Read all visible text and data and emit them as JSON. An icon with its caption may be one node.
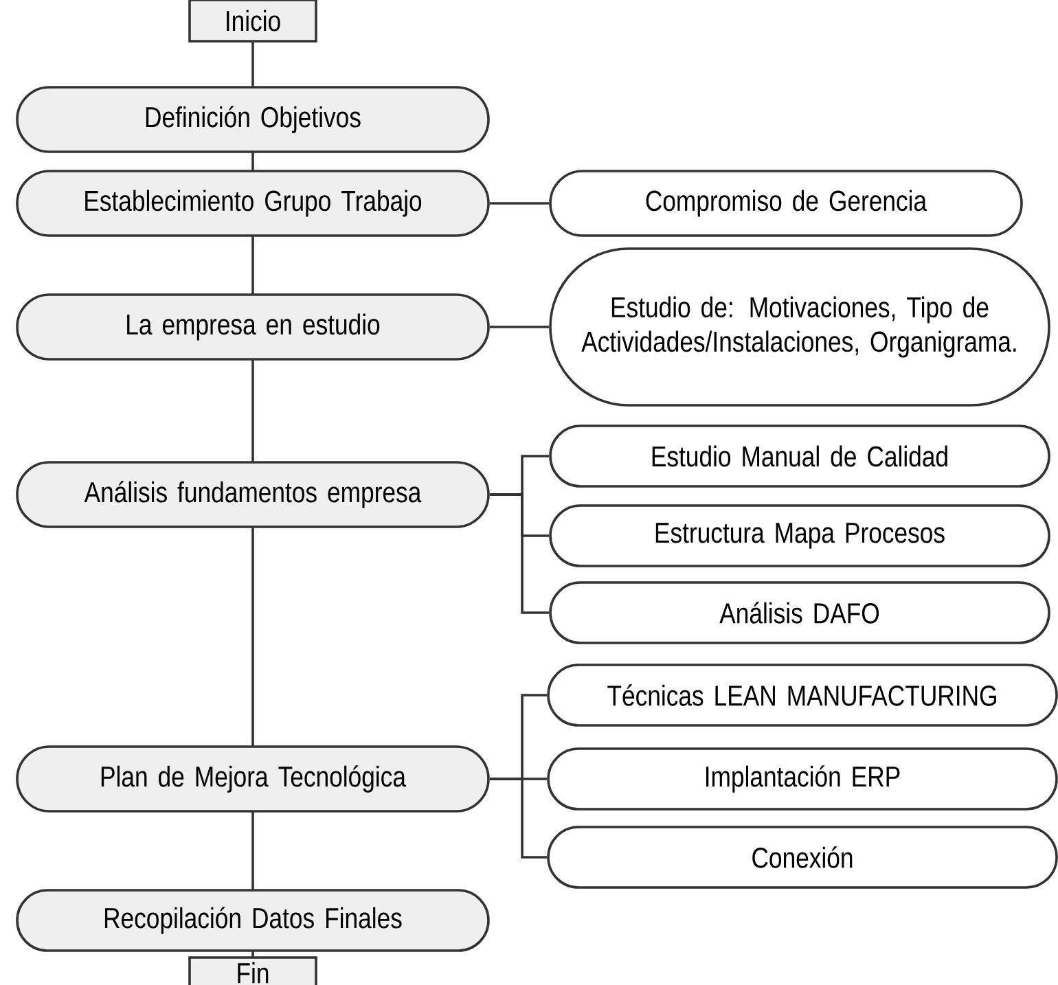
{
  "diagram": {
    "nodes": [
      {
        "text": [
          "Inicio"
        ]
      },
      {
        "text": [
          "Definición Objetivos"
        ]
      },
      {
        "text": [
          "Establecimiento Grupo Trabajo"
        ]
      },
      {
        "text": [
          "Compromiso de Gerencia"
        ]
      },
      {
        "text": [
          "La empresa en estudio"
        ]
      },
      {
        "text": [
          "Estudio de: Motivaciones, Tipo de Actividades/Instalaciones, Organigrama."
        ]
      },
      {
        "text": [
          "Análisis fundamentos empresa"
        ]
      },
      {
        "text": [
          "Estudio Manual de Calidad"
        ]
      },
      {
        "text": [
          "Estructura Mapa Procesos"
        ]
      },
      {
        "text": [
          "Análisis DAFO"
        ]
      },
      {
        "text": [
          "Técnicas LEAN MANUFACTURING"
        ]
      },
      {
        "text": [
          "Plan de Mejora Tecnológica"
        ]
      },
      {
        "text": [
          "Implantación ERP"
        ]
      },
      {
        "text": [
          "Conexión"
        ]
      },
      {
        "text": [
          "Recopilación Datos Finales"
        ]
      },
      {
        "text": [
          "Fin"
        ]
      }
    ],
    "edges": [
      {
        "from": 0,
        "to": 1,
        "arrow": "none"
      },
      {
        "from": 1,
        "to": 2,
        "arrow": "none"
      },
      {
        "from": 2,
        "to": 3,
        "arrow": "none"
      },
      {
        "from": 2,
        "to": 4,
        "arrow": "none"
      },
      {
        "from": 4,
        "to": 5,
        "arrow": "none"
      },
      {
        "from": 4,
        "to": 6,
        "arrow": "none"
      },
      {
        "from": 6,
        "to": 7,
        "arrow": "none"
      },
      {
        "from": 6,
        "to": 8,
        "arrow": "none"
      },
      {
        "from": 6,
        "to": 9,
        "arrow": "none"
      },
      {
        "from": 6,
        "to": 11,
        "arrow": "none"
      },
      {
        "from": 11,
        "to": 10,
        "arrow": "none"
      },
      {
        "from": 11,
        "to": 12,
        "arrow": "none"
      },
      {
        "from": 11,
        "to": 13,
        "arrow": "none"
      },
      {
        "from": 11,
        "to": 14,
        "arrow": "none"
      },
      {
        "from": 14,
        "to": 15,
        "arrow": "none"
      }
    ]
  }
}
